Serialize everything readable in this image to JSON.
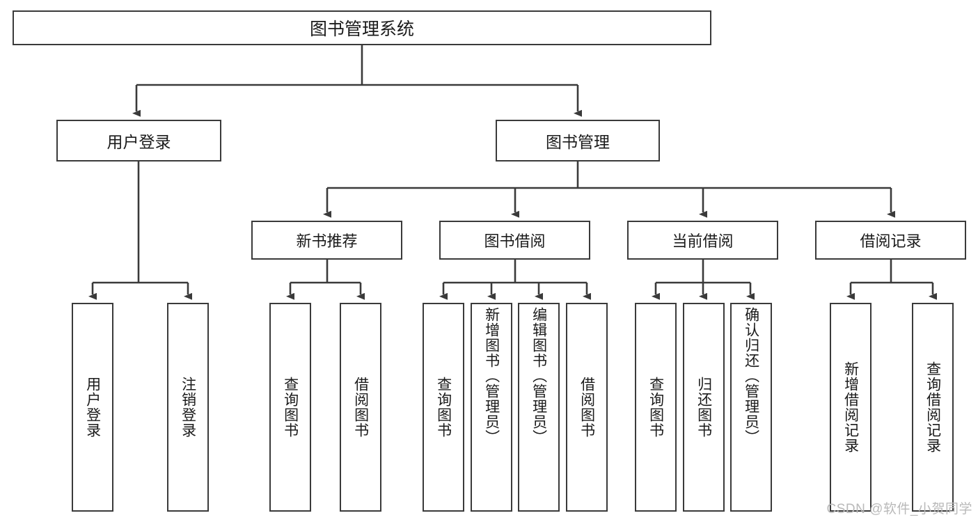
{
  "diagram": {
    "title": "图书管理系统",
    "watermark": "CSDN @软件_小贺同学",
    "line_color": "#3a3a3a",
    "box_border_color": "#3a3a3a",
    "background": "#ffffff",
    "root": {
      "label": "图书管理系统"
    },
    "level2": [
      {
        "label": "用户登录"
      },
      {
        "label": "图书管理"
      }
    ],
    "level3": [
      {
        "label": "新书推荐"
      },
      {
        "label": "图书借阅"
      },
      {
        "label": "当前借阅"
      },
      {
        "label": "借阅记录"
      }
    ],
    "leaves": {
      "user_login": [
        {
          "label": "用户登录"
        },
        {
          "label": "注销登录"
        }
      ],
      "new_book_recommend": [
        {
          "label": "查询图书"
        },
        {
          "label": "借阅图书"
        }
      ],
      "book_borrow": [
        {
          "label": "查询图书"
        },
        {
          "label": "新增图书（管理员）"
        },
        {
          "label": "编辑图书（管理员）"
        },
        {
          "label": "借阅图书"
        }
      ],
      "current_borrow": [
        {
          "label": "查询图书"
        },
        {
          "label": "归还图书"
        },
        {
          "label": "确认归还（管理员）"
        }
      ],
      "borrow_record": [
        {
          "label": "新增借阅记录"
        },
        {
          "label": "查询借阅记录"
        }
      ]
    }
  }
}
